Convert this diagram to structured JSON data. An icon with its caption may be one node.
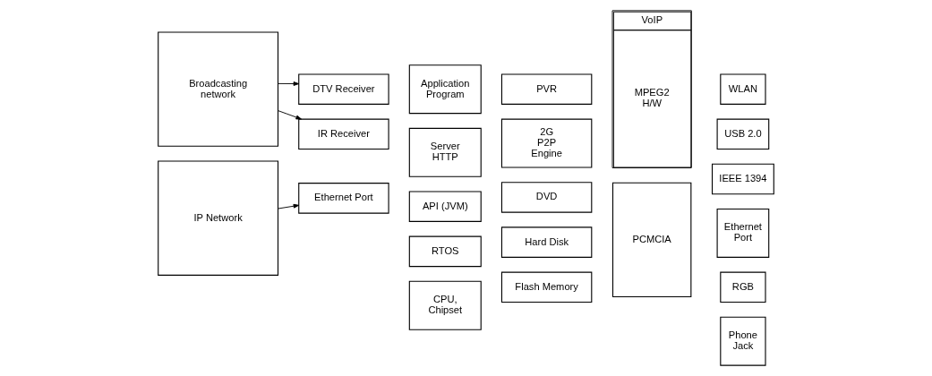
{
  "diagram": {
    "nodes": [
      {
        "text": [
          "Broadcasting network"
        ]
      },
      {
        "text": [
          "IP Network"
        ]
      },
      {
        "text": [
          "DTV Receiver"
        ]
      },
      {
        "text": [
          "IR Receiver"
        ]
      },
      {
        "text": [
          "Ethernet Port"
        ]
      },
      {
        "text": [
          "Application Program"
        ]
      },
      {
        "text": [
          "Server HTTP"
        ]
      },
      {
        "text": [
          "API (JVM)"
        ]
      },
      {
        "text": [
          "RTOS"
        ]
      },
      {
        "text": [
          "CPU, Chipset"
        ]
      },
      {
        "text": [
          "PVR"
        ]
      },
      {
        "text": [
          "2G P2P Engine"
        ]
      },
      {
        "text": [
          "DVD"
        ]
      },
      {
        "text": [
          "Hard Disk"
        ]
      },
      {
        "text": [
          "Flash Memory"
        ]
      },
      {
        "text": [
          "VoIP",
          "MPEG2 H/W"
        ]
      },
      {
        "text": [
          "PCMCIA"
        ]
      },
      {
        "text": [
          "WLAN"
        ]
      },
      {
        "text": [
          "USB 2.0"
        ]
      },
      {
        "text": [
          "IEEE 1394"
        ]
      },
      {
        "text": [
          "Ethernet Port"
        ]
      },
      {
        "text": [
          "RGB"
        ]
      },
      {
        "text": [
          "Phone Jack"
        ]
      }
    ],
    "edges": [
      {
        "from": 0,
        "to": 2,
        "arrow": "to"
      },
      {
        "from": 0,
        "to": 3,
        "arrow": "to"
      },
      {
        "from": 1,
        "to": 4,
        "arrow": "to"
      }
    ]
  }
}
